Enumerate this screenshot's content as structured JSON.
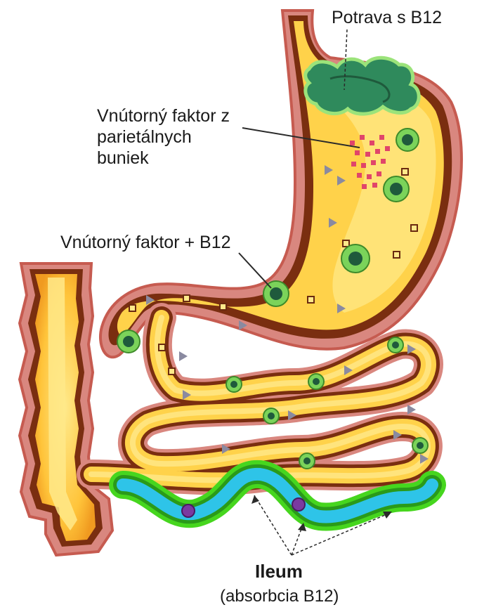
{
  "labels": {
    "food": "Potrava s B12",
    "intrinsic_factor": [
      "Vnútorný faktor z",
      "parietálnych",
      "buniek"
    ],
    "complex": "Vnútorný faktor + B12",
    "ileum": "Ileum",
    "absorption": "(absorbcia B12)"
  },
  "colors": {
    "wall": "#d9877f",
    "wall_dark": "#7a2e10",
    "lumen": "#ffd24a",
    "lumen_light": "#ffe98a",
    "food": "#2f8a5c",
    "food_outline": "#9be37a",
    "intrinsic_factor": "#e0456a",
    "complex_ring": "#7bd35a",
    "complex_core": "#1f5a3c",
    "ileum_outer": "#46d61e",
    "ileum_inner": "#2ec4e8",
    "ileum_dot": "#7a3aa0",
    "arrow": "#2a2a2a"
  }
}
